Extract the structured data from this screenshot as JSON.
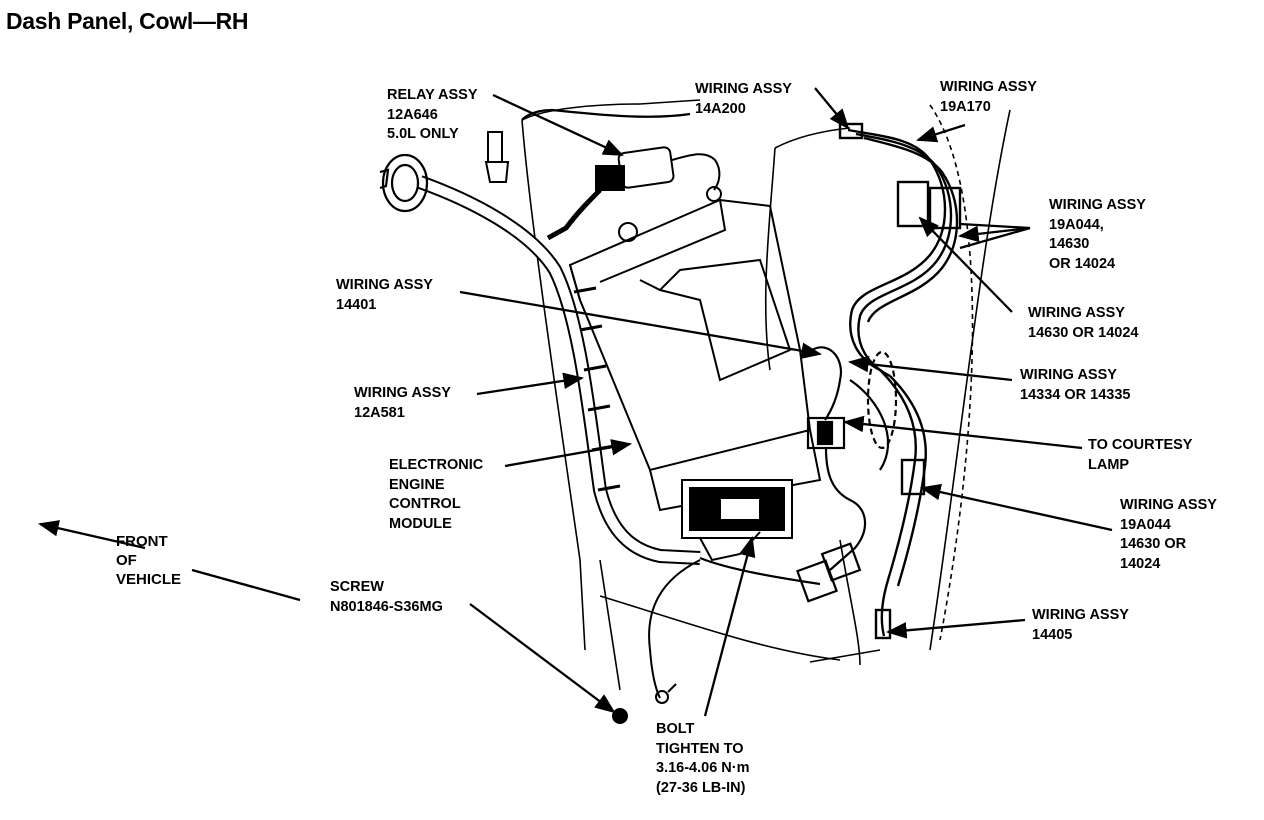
{
  "title": "Dash Panel, Cowl—RH",
  "callouts": {
    "relay": [
      "RELAY ASSY",
      "12A646",
      "5.0L ONLY"
    ],
    "wiring_14a200": [
      "WIRING ASSY",
      "14A200"
    ],
    "wiring_19a170": [
      "WIRING ASSY",
      "19A170"
    ],
    "wiring_19a044_a": [
      "WIRING ASSY",
      "19A044,",
      "14630",
      "OR 14024"
    ],
    "wiring_14401": [
      "WIRING ASSY",
      "14401"
    ],
    "wiring_14630": [
      "WIRING ASSY",
      "14630 OR 14024"
    ],
    "wiring_14334": [
      "WIRING ASSY",
      "14334 OR 14335"
    ],
    "wiring_12a581": [
      "WIRING ASSY",
      "12A581"
    ],
    "courtesy_lamp": [
      "TO COURTESY",
      "LAMP"
    ],
    "eec_module": [
      "ELECTRONIC",
      "ENGINE",
      "CONTROL",
      "MODULE"
    ],
    "wiring_19a044_b": [
      "WIRING ASSY",
      "19A044",
      "14630 OR",
      "14024"
    ],
    "front_of_vehicle": [
      "FRONT",
      "OF",
      "VEHICLE"
    ],
    "screw": [
      "SCREW",
      "N801846-S36MG"
    ],
    "wiring_14405": [
      "WIRING ASSY",
      "14405"
    ],
    "bolt": [
      "BOLT",
      "TIGHTEN TO",
      "3.16-4.06 N·m",
      "(27-36 LB-IN)"
    ]
  }
}
